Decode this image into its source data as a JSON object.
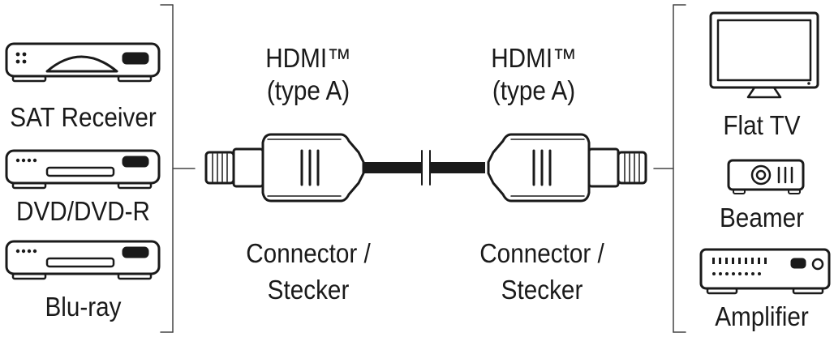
{
  "left_devices": [
    {
      "label": "SAT Receiver",
      "icon": "sat-receiver-icon"
    },
    {
      "label": "DVD/DVD-R",
      "icon": "dvd-player-icon"
    },
    {
      "label": "Blu-ray",
      "icon": "bluray-player-icon"
    }
  ],
  "right_devices": [
    {
      "label": "Flat TV",
      "icon": "flat-tv-icon"
    },
    {
      "label": "Beamer",
      "icon": "beamer-icon"
    },
    {
      "label": "Amplifier",
      "icon": "amplifier-icon"
    }
  ],
  "connectors": [
    {
      "type_line1": "HDMI™",
      "type_line2": "(type A)",
      "caption_line1": "Connector /",
      "caption_line2": "Stecker"
    },
    {
      "type_line1": "HDMI™",
      "type_line2": "(type A)",
      "caption_line1": "Connector /",
      "caption_line2": "Stecker"
    }
  ],
  "colors": {
    "ink": "#1a1a1a",
    "bracket": "#444444"
  }
}
